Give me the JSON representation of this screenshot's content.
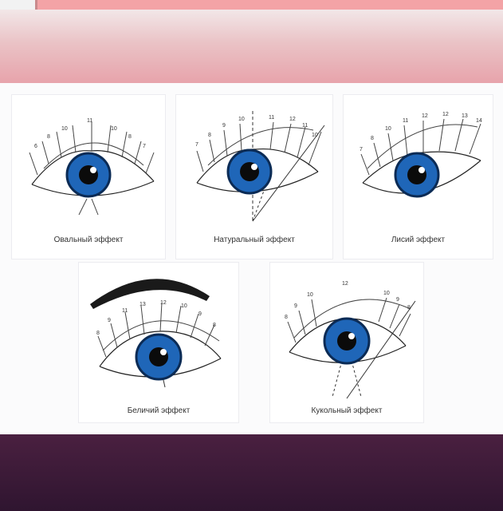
{
  "colors": {
    "iris": "#1f66b8",
    "iris_ring": "#0b2b55",
    "pupil": "#0b0b0b",
    "brow": "#1a1a1a",
    "banner": "#e7a3ab",
    "footer": "#3b1a38"
  },
  "diagrams": [
    {
      "id": "oval",
      "caption": "Овальный эффект",
      "lengths": [
        "6",
        "8",
        "10",
        "11",
        "10",
        "8",
        "7"
      ]
    },
    {
      "id": "natural",
      "caption": "Натуральный эффект",
      "lengths": [
        "7",
        "8",
        "9",
        "10",
        "11",
        "12",
        "11",
        "10"
      ]
    },
    {
      "id": "fox",
      "caption": "Лисий эффект",
      "lengths": [
        "7",
        "8",
        "10",
        "11",
        "12",
        "12",
        "13",
        "14"
      ]
    },
    {
      "id": "squirrel",
      "caption": "Беличий эффект",
      "lengths": [
        "8",
        "9",
        "11",
        "13",
        "12",
        "10",
        "9",
        "8"
      ]
    },
    {
      "id": "doll",
      "caption": "Кукольный эффект",
      "lengths": [
        "8",
        "9",
        "10",
        "12",
        "10",
        "9",
        "8"
      ]
    }
  ]
}
